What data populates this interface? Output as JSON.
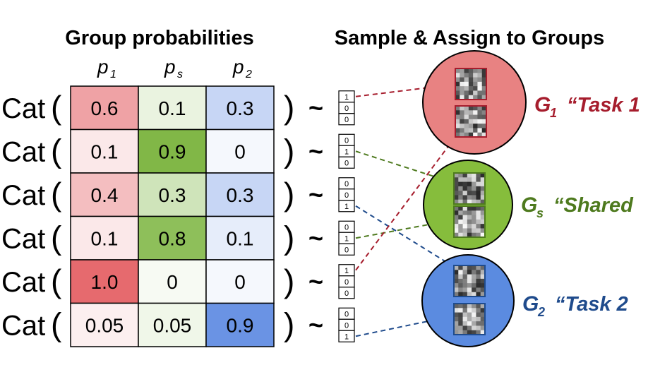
{
  "headers": {
    "left": "Group probabilities",
    "right": "Sample & Assign to Groups"
  },
  "columns": [
    {
      "base": "p",
      "sub": "1"
    },
    {
      "base": "p",
      "sub": "s"
    },
    {
      "base": "p",
      "sub": "2"
    }
  ],
  "row_label": "Cat",
  "open_paren": "(",
  "close_paren": ")",
  "tilde": "~",
  "rows": [
    {
      "values": [
        "0.6",
        "0.1",
        "0.3"
      ],
      "onehot": [
        "1",
        "0",
        "0"
      ],
      "target_group": "G1"
    },
    {
      "values": [
        "0.1",
        "0.9",
        "0"
      ],
      "onehot": [
        "0",
        "1",
        "0"
      ],
      "target_group": "Gs"
    },
    {
      "values": [
        "0.4",
        "0.3",
        "0.3"
      ],
      "onehot": [
        "0",
        "0",
        "1"
      ],
      "target_group": "G2"
    },
    {
      "values": [
        "0.1",
        "0.8",
        "0.1"
      ],
      "onehot": [
        "0",
        "1",
        "0"
      ],
      "target_group": "Gs"
    },
    {
      "values": [
        "1.0",
        "0",
        "0"
      ],
      "onehot": [
        "1",
        "0",
        "0"
      ],
      "target_group": "G1"
    },
    {
      "values": [
        "0.05",
        "0.05",
        "0.9"
      ],
      "onehot": [
        "0",
        "0",
        "1"
      ],
      "target_group": "G2"
    }
  ],
  "groups": [
    {
      "id": "G1",
      "name": "G",
      "sub": "1",
      "desc": "“Task 1",
      "color": "#a61d2d",
      "fill": "#e88282"
    },
    {
      "id": "Gs",
      "name": "G",
      "sub": "s",
      "desc": "“Shared",
      "color": "#4e7a1e",
      "fill": "#86bd3c"
    },
    {
      "id": "G2",
      "name": "G",
      "sub": "2",
      "desc": "“Task 2",
      "color": "#1f4b8c",
      "fill": "#5b8be0"
    }
  ],
  "colors": {
    "red_base": [
      230,
      106,
      110
    ],
    "green_base": [
      116,
      176,
      52
    ],
    "blue_base": [
      90,
      136,
      225
    ],
    "arrow_red": "#a61d2d",
    "arrow_green": "#4e7a1e",
    "arrow_blue": "#1f4b8c"
  }
}
